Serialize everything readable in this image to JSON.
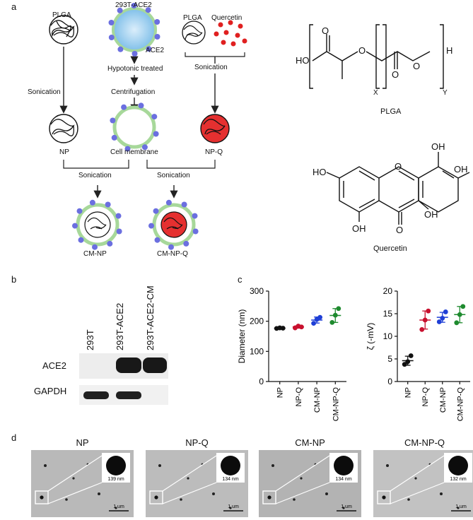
{
  "panel_labels": {
    "a": "a",
    "b": "b",
    "c": "c",
    "d": "d"
  },
  "schematic": {
    "plga": "PLGA",
    "cell_line": "293T-ACE2",
    "ace2": "ACE2",
    "plga2": "PLGA",
    "quercetin": "Quercetin",
    "sonication_left": "Sonication",
    "hypotonic": "Hypotonic treated",
    "centrifugation": "Centrifugation",
    "sonication_right": "Sonication",
    "np": "NP",
    "cell_membrane": "Cell membrane",
    "npq": "NP-Q",
    "sonication_b1": "Sonication",
    "sonication_b2": "Sonication",
    "cmnp": "CM-NP",
    "cmnpq": "CM-NP-Q"
  },
  "structures": {
    "plga_name": "PLGA",
    "plga_ho": "HO",
    "plga_o1": "O",
    "plga_o2": "O",
    "plga_o3": "O",
    "plga_o4": "O",
    "plga_h": "H",
    "plga_x": "X",
    "plga_y": "Y",
    "q_name": "Quercetin",
    "q_oh1": "OH",
    "q_oh2": "OH",
    "q_oh3": "HO",
    "q_oh4": "OH",
    "q_oh5": "OH",
    "q_o_ring": "O",
    "q_o_ketone": "O"
  },
  "western": {
    "lanes": [
      "293T",
      "293T-ACE2",
      "293T-ACE2-CM"
    ],
    "rows": [
      "ACE2",
      "GAPDH"
    ],
    "ace2_present": [
      false,
      true,
      true
    ],
    "gapdh_present": [
      true,
      true,
      false
    ]
  },
  "chart_data": [
    {
      "type": "scatter",
      "title": "",
      "xlabel": "",
      "ylabel": "Diameter (nm)",
      "categories": [
        "NP",
        "NP-Q",
        "CM-NP",
        "CM-NP-Q"
      ],
      "ylim": [
        0,
        300
      ],
      "yticks": [
        "0",
        "100",
        "200",
        "300"
      ],
      "colors": [
        "#111111",
        "#c8102e",
        "#1f3fd6",
        "#1e8a2e"
      ],
      "points": [
        [
          176,
          178,
          177
        ],
        [
          178,
          184,
          181
        ],
        [
          193,
          206,
          213
        ],
        [
          196,
          220,
          242
        ]
      ],
      "mean": [
        177,
        181,
        204,
        219
      ],
      "sd": [
        1,
        4,
        10,
        23
      ]
    },
    {
      "type": "scatter",
      "title": "",
      "xlabel": "",
      "ylabel": "ζ (-mV)",
      "categories": [
        "NP",
        "NP-Q",
        "CM-NP",
        "CM-NP-Q"
      ],
      "ylim": [
        0,
        20
      ],
      "yticks": [
        "0",
        "5",
        "10",
        "15",
        "20"
      ],
      "colors": [
        "#111111",
        "#c8102e",
        "#1f3fd6",
        "#1e8a2e"
      ],
      "points": [
        [
          3.8,
          4.4,
          5.7
        ],
        [
          11.5,
          13.6,
          15.6
        ],
        [
          13.2,
          14.0,
          15.4
        ],
        [
          13.0,
          14.8,
          16.6
        ]
      ],
      "mean": [
        4.6,
        13.6,
        14.2,
        14.8
      ],
      "sd": [
        1.0,
        2.0,
        1.1,
        1.8
      ]
    }
  ],
  "tem": [
    {
      "title": "NP",
      "size": "139 nm",
      "scale": "1 um"
    },
    {
      "title": "NP-Q",
      "size": "134 nm",
      "scale": "1 um"
    },
    {
      "title": "CM-NP",
      "size": "134 nm",
      "scale": "1 um"
    },
    {
      "title": "CM-NP-Q",
      "size": "132 nm",
      "scale": "1 um"
    }
  ]
}
